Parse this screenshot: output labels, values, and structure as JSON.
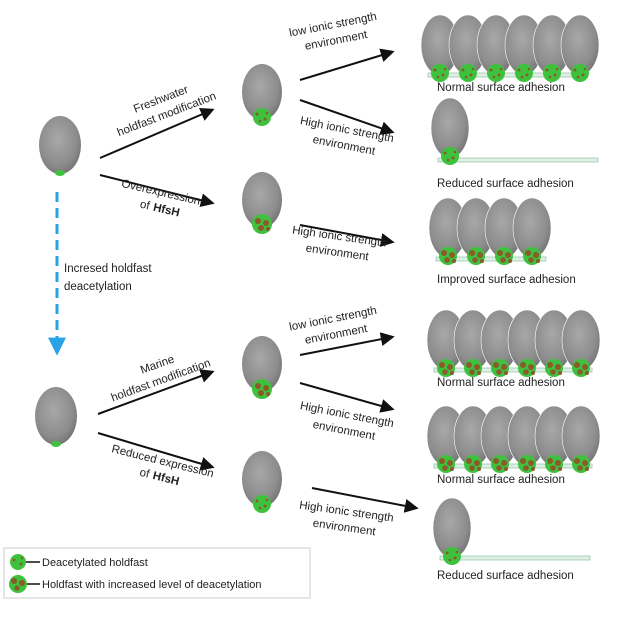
{
  "colors": {
    "cell": "#8c8c8c",
    "holdfast_green": "#3ec23e",
    "holdfast_brown": "#8a5a2b",
    "arrow": "#111111",
    "dashed_arrow": "#29a3e6",
    "surface": "#dfeee6"
  },
  "paths": {
    "freshwater_mod": [
      "Freshwater",
      "holdfast modification"
    ],
    "overexpression": [
      "Overexpression",
      "of",
      "HfsH"
    ],
    "deacetylation": [
      "Incresed holdfast",
      "deacetylation"
    ],
    "marine_mod": [
      "Marine",
      "holdfast modification"
    ],
    "reduced_expression": [
      "Reduced expression",
      "of",
      "HfsH"
    ]
  },
  "environments": {
    "low_1": [
      "low ionic strength",
      "environment"
    ],
    "high_1": [
      "High ionic strength",
      "environment"
    ],
    "high_2": [
      "High ionic strength",
      "environment"
    ],
    "low_3": [
      "low ionic strength",
      "environment"
    ],
    "high_3": [
      "High ionic strength",
      "environment"
    ],
    "high_4": [
      "High ionic strength",
      "environment"
    ]
  },
  "outcomes": {
    "o1": "Normal surface adhesion",
    "o2": "Reduced surface adhesion",
    "o3": "Improved surface adhesion",
    "o4": "Normal surface adhesion",
    "o5": "Normal surface adhesion",
    "o6": "Reduced surface adhesion"
  },
  "legend": {
    "deacetylated": "Deacetylated holdfast",
    "increased": "Holdfast with increased level of deacetylation"
  }
}
